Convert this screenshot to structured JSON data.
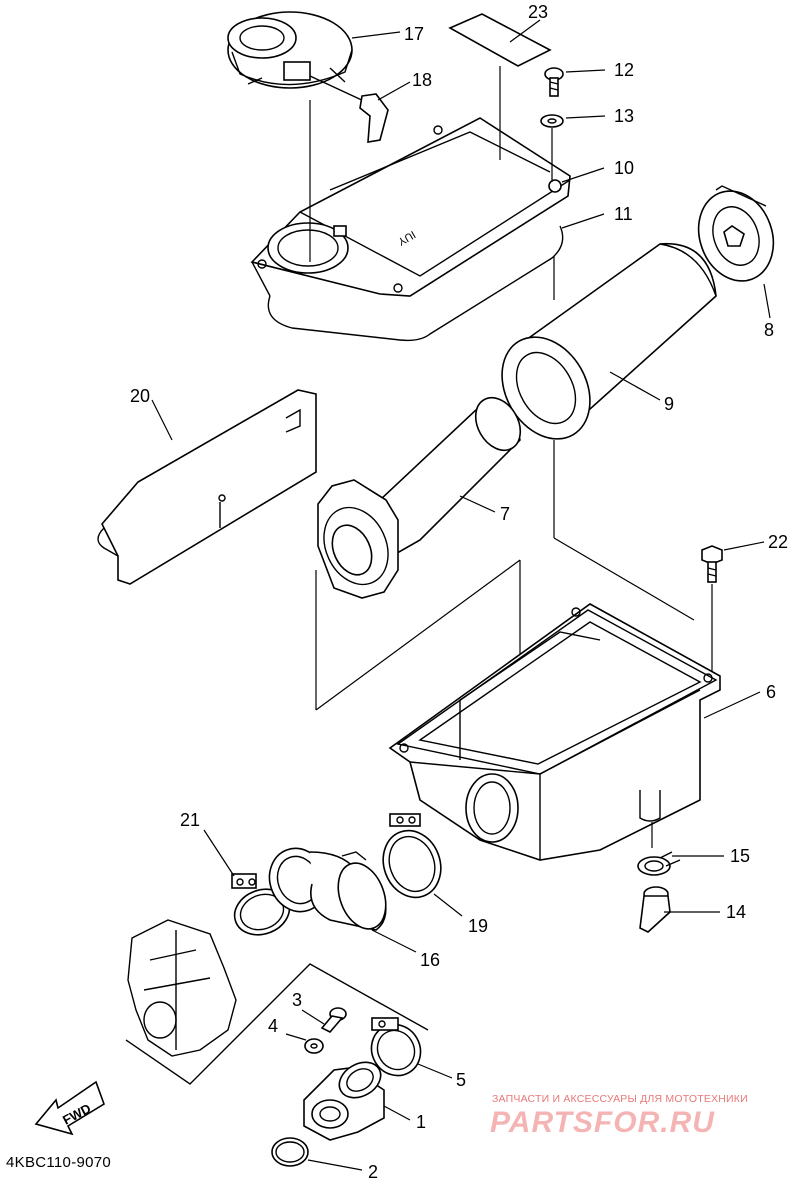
{
  "diagram": {
    "code": "4KBC110-9070",
    "fwd_label": "FWD",
    "part_labels": {
      "p1": "1",
      "p2": "2",
      "p3": "3",
      "p4": "4",
      "p5": "5",
      "p6": "6",
      "p7": "7",
      "p8": "8",
      "p9": "9",
      "p10": "10",
      "p11": "11",
      "p12": "12",
      "p13": "13",
      "p14": "14",
      "p15": "15",
      "p16": "16",
      "p17": "17",
      "p18": "18",
      "p19": "19",
      "p20": "20",
      "p21": "21",
      "p22": "22",
      "p23": "23"
    },
    "lid_marking": "IUY"
  },
  "watermark": {
    "tagline": "ЗАПЧАСТИ И АКСЕССУАРЫ ДЛЯ МОТОТЕХНИКИ",
    "brand": "PARTSFOR.RU"
  }
}
